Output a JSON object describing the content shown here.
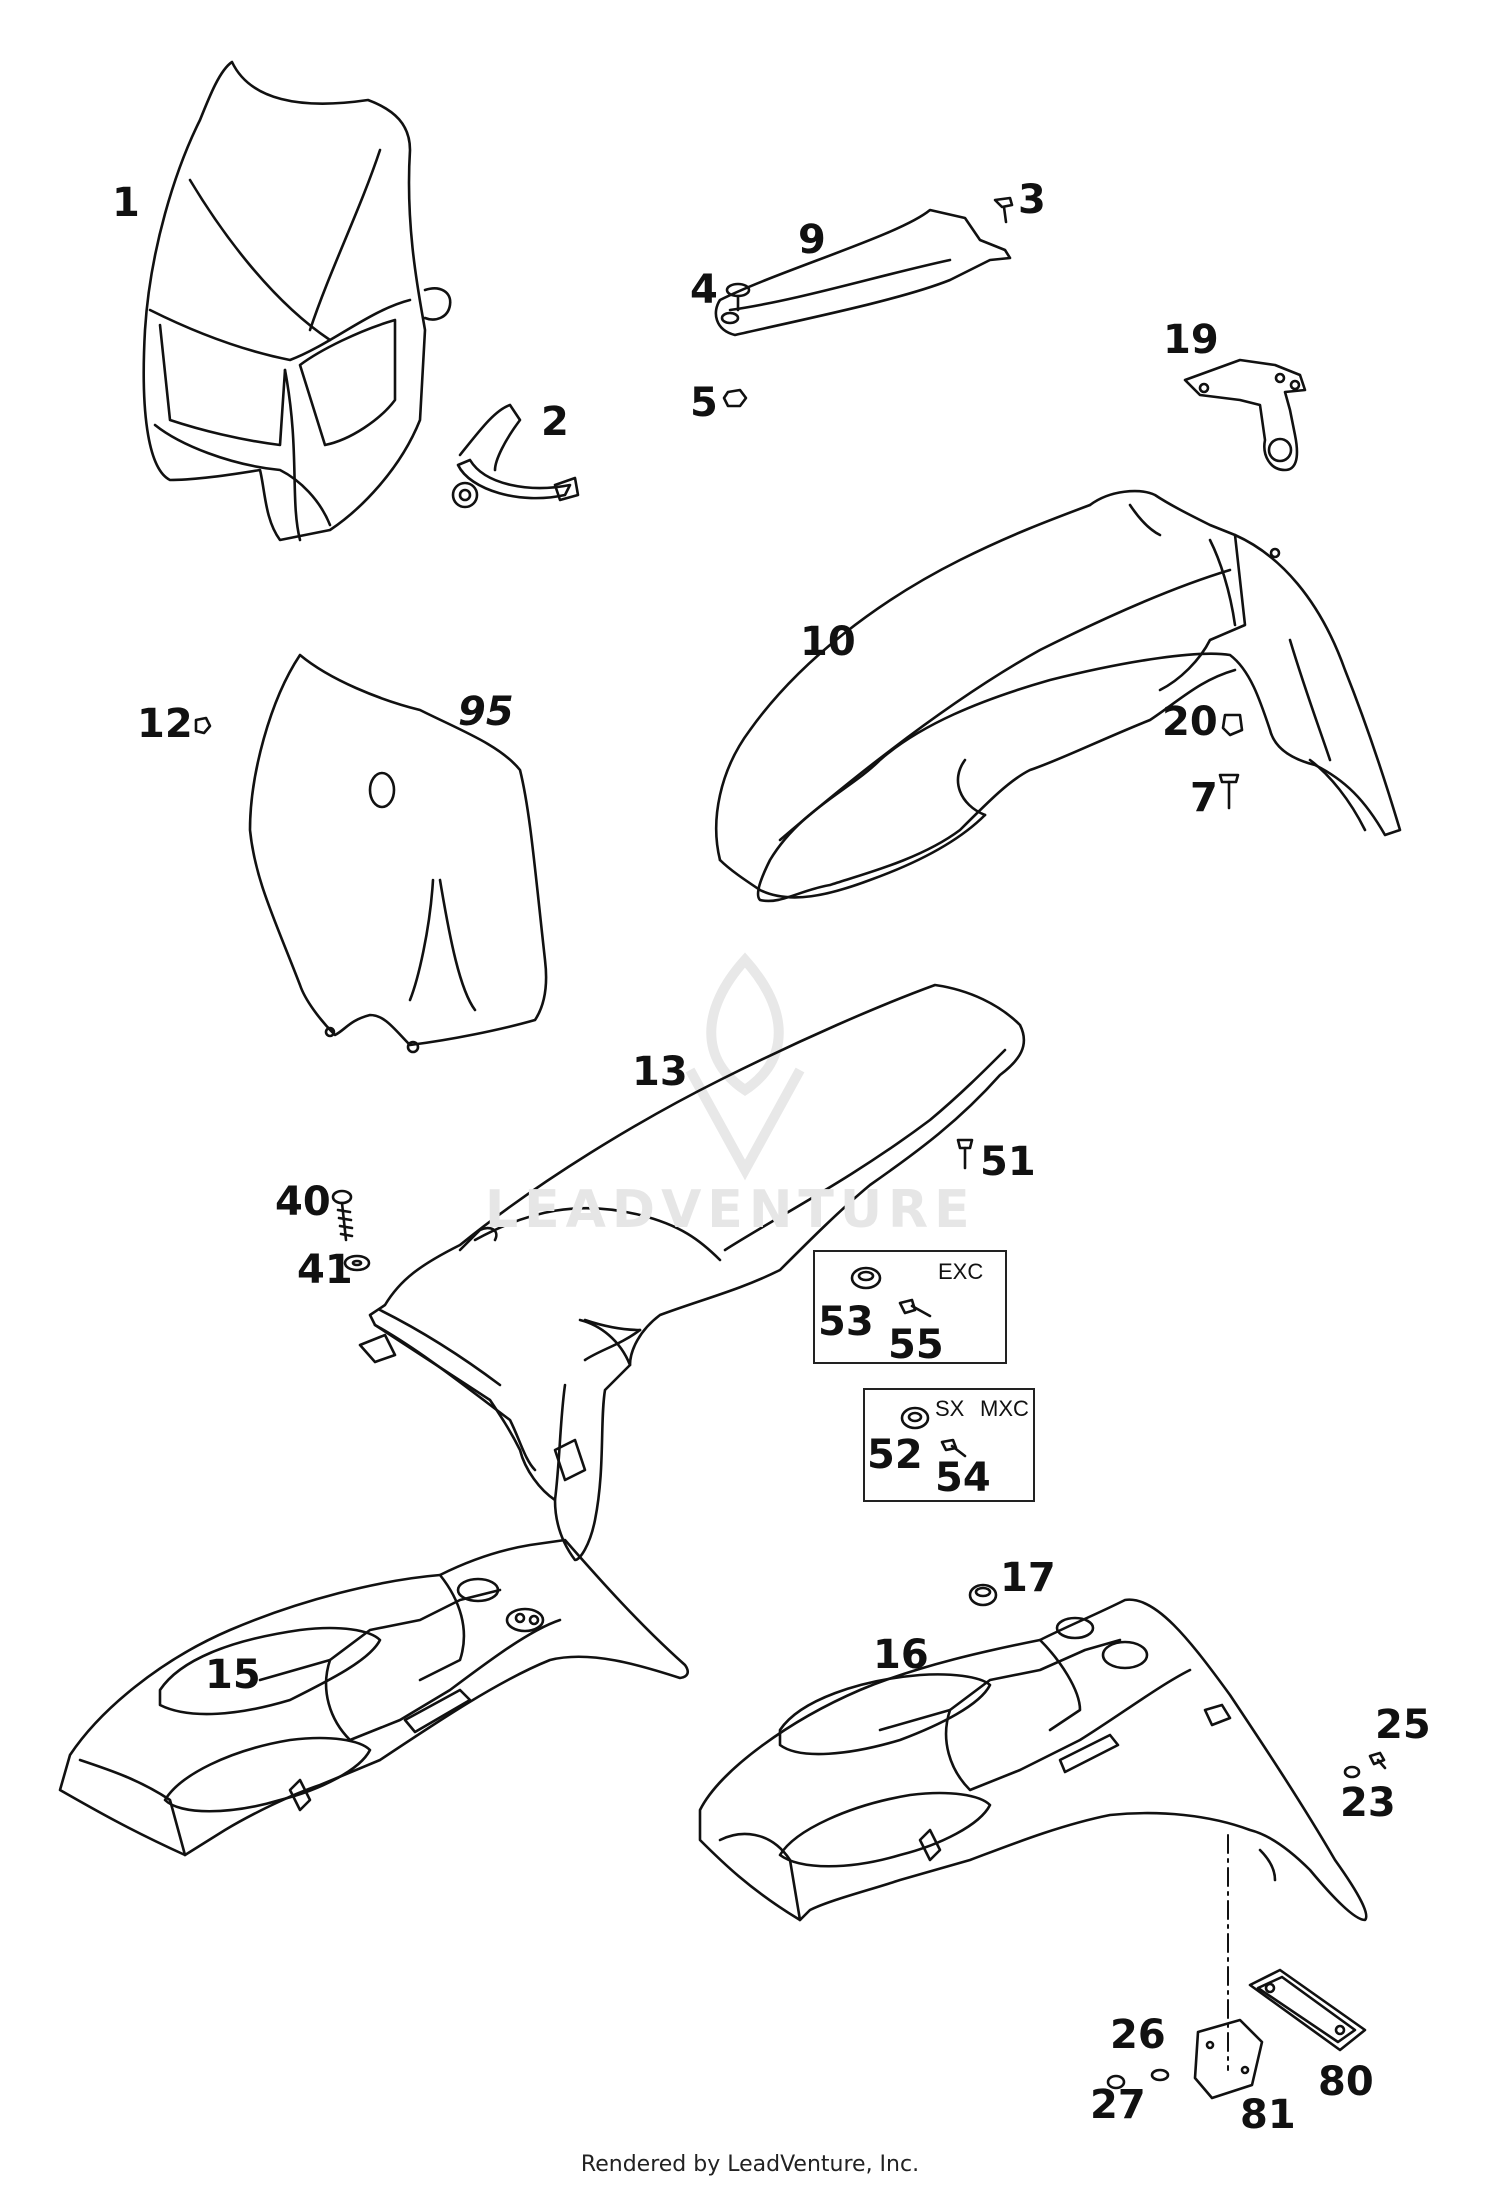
{
  "diagram": {
    "callouts": {
      "c1": "1",
      "c2": "2",
      "c3": "3",
      "c4": "4",
      "c5": "5",
      "c7": "7",
      "c9": "9",
      "c10": "10",
      "c12": "12",
      "c13": "13",
      "c15": "15",
      "c16": "16",
      "c17": "17",
      "c19": "19",
      "c20": "20",
      "c23": "23",
      "c25": "25",
      "c26": "26",
      "c27": "27",
      "c40": "40",
      "c41": "41",
      "c51": "51",
      "c52": "52",
      "c53": "53",
      "c54": "54",
      "c55": "55",
      "c80": "80",
      "c81": "81",
      "c95": "95"
    },
    "variant_boxes": {
      "exc": "EXC",
      "sx": "SX",
      "mxc": "MXC"
    }
  },
  "watermark": {
    "text": "LEADVENTURE"
  },
  "footer": {
    "text": "Rendered by LeadVenture, Inc."
  }
}
